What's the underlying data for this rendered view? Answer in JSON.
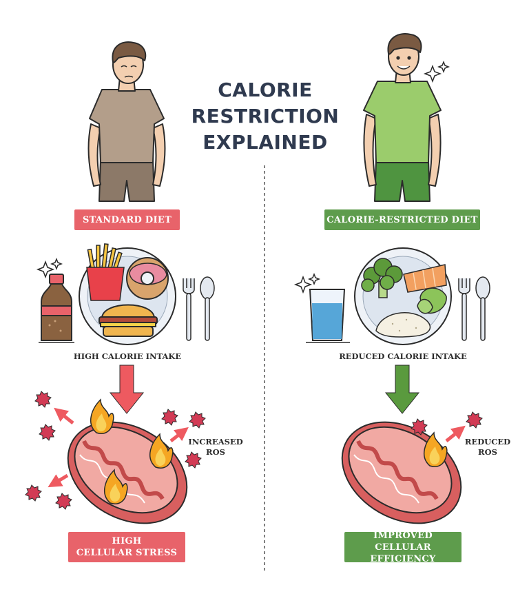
{
  "title": {
    "line1": "CALORIE",
    "line2": "RESTRICTION",
    "line3": "EXPLAINED"
  },
  "left": {
    "diet_label": "STANDARD DIET",
    "intake_label": "HIGH CALORIE INTAKE",
    "ros_label_line1": "INCREASED",
    "ros_label_line2": "ROS",
    "outcome_line1": "HIGH",
    "outcome_line2": "CELLULAR STRESS"
  },
  "right": {
    "diet_label": "CALORIE-RESTRICTED DIET",
    "intake_label": "REDUCED CALORIE INTAKE",
    "ros_label_line1": "REDUCED",
    "ros_label_line2": "ROS",
    "outcome_line1": "IMPROVED",
    "outcome_line2": "CELLULAR EFFICIENCY"
  },
  "colors": {
    "red_accent": "#e8636a",
    "green_accent": "#5e9c4c",
    "title_text": "#2f3a4f",
    "arrow_red": "#ee5a60",
    "arrow_green": "#5a9a3e"
  }
}
